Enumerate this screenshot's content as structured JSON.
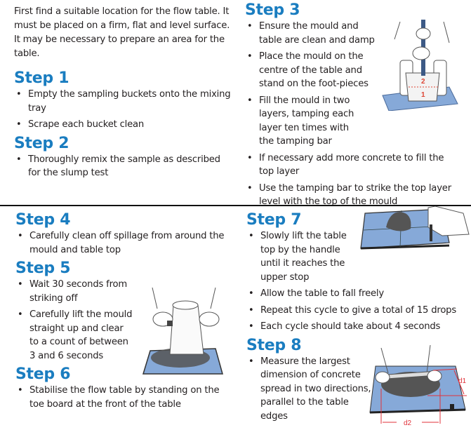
{
  "intro": {
    "text": "First find a suitable location for the flow table. It must be placed on a firm, flat and level surface. It may be necessary to prepare an area for the table."
  },
  "steps": [
    {
      "title": "Step 1",
      "bullets": [
        "Empty the sampling buckets onto the mixing tray",
        "Scrape each bucket clean"
      ]
    },
    {
      "title": "Step 2",
      "bullets": [
        "Thoroughly remix the sample as described for the slump test"
      ]
    },
    {
      "title": "Step 3",
      "bullets": [
        "Ensure the mould and table are clean and damp",
        "Place the mould on the centre of the table and stand on the foot-pieces",
        "Fill the mould in two layers, tamping each layer ten times with the tamping bar",
        "If necessary add more concrete to fill the top layer",
        "Use the tamping bar to strike the top layer level with the top of the mould"
      ]
    },
    {
      "title": "Step 4",
      "bullets": [
        "Carefully clean off spillage from around the mould and table top"
      ]
    },
    {
      "title": "Step 5",
      "bullets": [
        "Wait 30 seconds from striking off",
        "Carefully lift the mould straight up and clear to a count of between 3 and 6 seconds"
      ]
    },
    {
      "title": "Step 6",
      "bullets": [
        "Stabilise the flow table by standing on the toe board at the front of the table"
      ]
    },
    {
      "title": "Step 7",
      "bullets": [
        "Slowly lift the table top by the handle until it reaches the upper stop",
        "Allow the table to fall freely",
        "Repeat this cycle to give a total of 15 drops",
        "Each cycle should take about 4 seconds"
      ]
    },
    {
      "title": "Step 8",
      "bullets": [
        "Measure the largest dimension of concrete spread in two directions, parallel to the table edges"
      ]
    }
  ],
  "illustrations": {
    "step3": {
      "layer_labels": [
        "2",
        "1"
      ]
    },
    "step8": {
      "dimension_labels": [
        "d1",
        "d2"
      ]
    }
  },
  "colors": {
    "heading": "#1a7dc0",
    "text": "#231f20",
    "table_blue": "#7fa6d6",
    "annotation_red": "#e0323a"
  }
}
